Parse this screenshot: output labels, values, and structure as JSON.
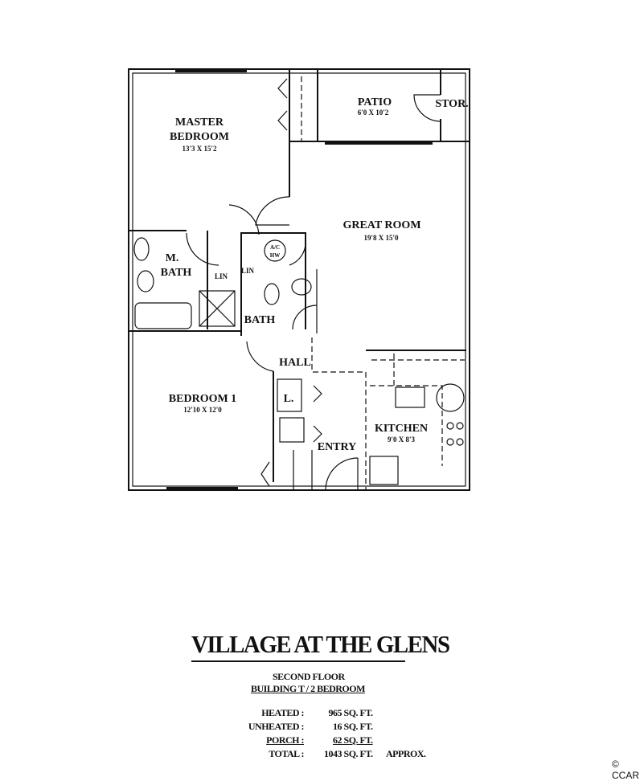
{
  "floorplan": {
    "rooms": {
      "master_bedroom": {
        "name_line1": "MASTER",
        "name_line2": "BEDROOM",
        "dims": "13'3 X 15'2"
      },
      "patio": {
        "name": "PATIO",
        "dims": "6'0 X 10'2"
      },
      "stor": {
        "name": "STOR."
      },
      "great_room": {
        "name": "GREAT ROOM",
        "dims": "19'8 X 15'0"
      },
      "m_bath": {
        "name_line1": "M.",
        "name_line2": "BATH"
      },
      "bath": {
        "name": "BATH"
      },
      "lin1": {
        "name": "LIN"
      },
      "lin2": {
        "name": "LIN"
      },
      "ac_hw": {
        "line1": "A/C",
        "line2": "HW"
      },
      "hall": {
        "name": "HALL"
      },
      "laundry": {
        "name": "L."
      },
      "bedroom1": {
        "name": "BEDROOM 1",
        "dims": "12'10 X 12'0"
      },
      "entry": {
        "name": "ENTRY"
      },
      "kitchen": {
        "name": "KITCHEN",
        "dims": "9'0 X 8'3"
      }
    }
  },
  "caption": {
    "title": "VILLAGE AT THE GLENS",
    "line1": "SECOND FLOOR",
    "line2": "BUILDING T / 2 BEDROOM",
    "areas": [
      {
        "label": "HEATED :",
        "value": "965 SQ. FT.",
        "note": ""
      },
      {
        "label": "UNHEATED :",
        "value": "16 SQ. FT.",
        "note": ""
      },
      {
        "label": "PORCH :",
        "value": "62 SQ. FT.",
        "note": ""
      },
      {
        "label": "TOTAL :",
        "value": "1043 SQ. FT.",
        "note": "APPROX."
      }
    ]
  },
  "credit": "© CCAR"
}
